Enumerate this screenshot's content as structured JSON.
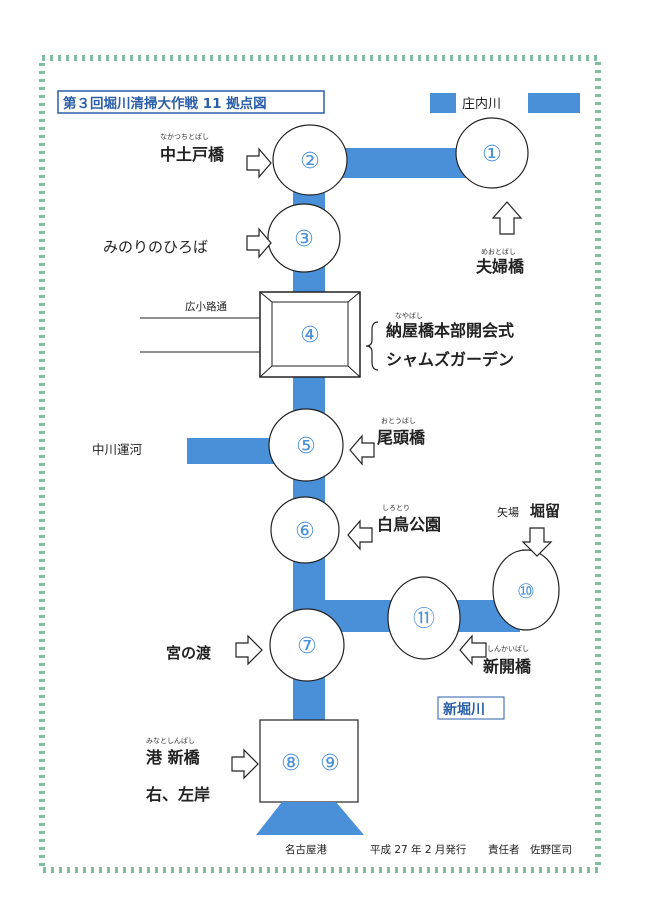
{
  "title": "第３回堀川清掃大作戦 11 拠点図",
  "legend": {
    "river_shonai": "庄内川"
  },
  "nodes": {
    "n1": "①",
    "n2": "②",
    "n3": "③",
    "n4": "④",
    "n5": "⑤",
    "n6": "⑥",
    "n7": "⑦",
    "n8": "⑧",
    "n9": "⑨",
    "n10": "⑩",
    "n11": "⑪"
  },
  "labels": {
    "nakatsuchito": "中土戸橋",
    "nakatsuchito_ruby": "なかつちとばし",
    "minori": "みのりのひろば",
    "hirokoji": "広小路通",
    "nayabashi": "納屋橋本部開会式",
    "nayabashi_ruby": "なやばし",
    "shams": "シャムズガーデン",
    "meoto": "夫婦橋",
    "meoto_ruby": "めおとばし",
    "nakagawa": "中川運河",
    "otoo": "尾頭橋",
    "otoo_ruby": "おとうばし",
    "shirotori": "白鳥公園",
    "shirotori_ruby": "しろとり",
    "yaba": "矢場",
    "horidome": "堀留",
    "miya": "宮の渡",
    "shinkai": "新開橋",
    "shinkai_ruby": "しんかいばし",
    "shinhorikawa": "新堀川",
    "minatoshin": "港 新橋",
    "minatoshin_ruby": "みなとしんばし",
    "migihidari": "右、左岸",
    "nagoyako": "名古屋港"
  },
  "footer": {
    "issued": "平成 27 年 2 月発行",
    "responsible": "責任者　佐野匡司"
  },
  "colors": {
    "river": "#4a90d9",
    "border": "#7fbf9f",
    "title_box": "#2b5fa8",
    "text": "#222222"
  }
}
